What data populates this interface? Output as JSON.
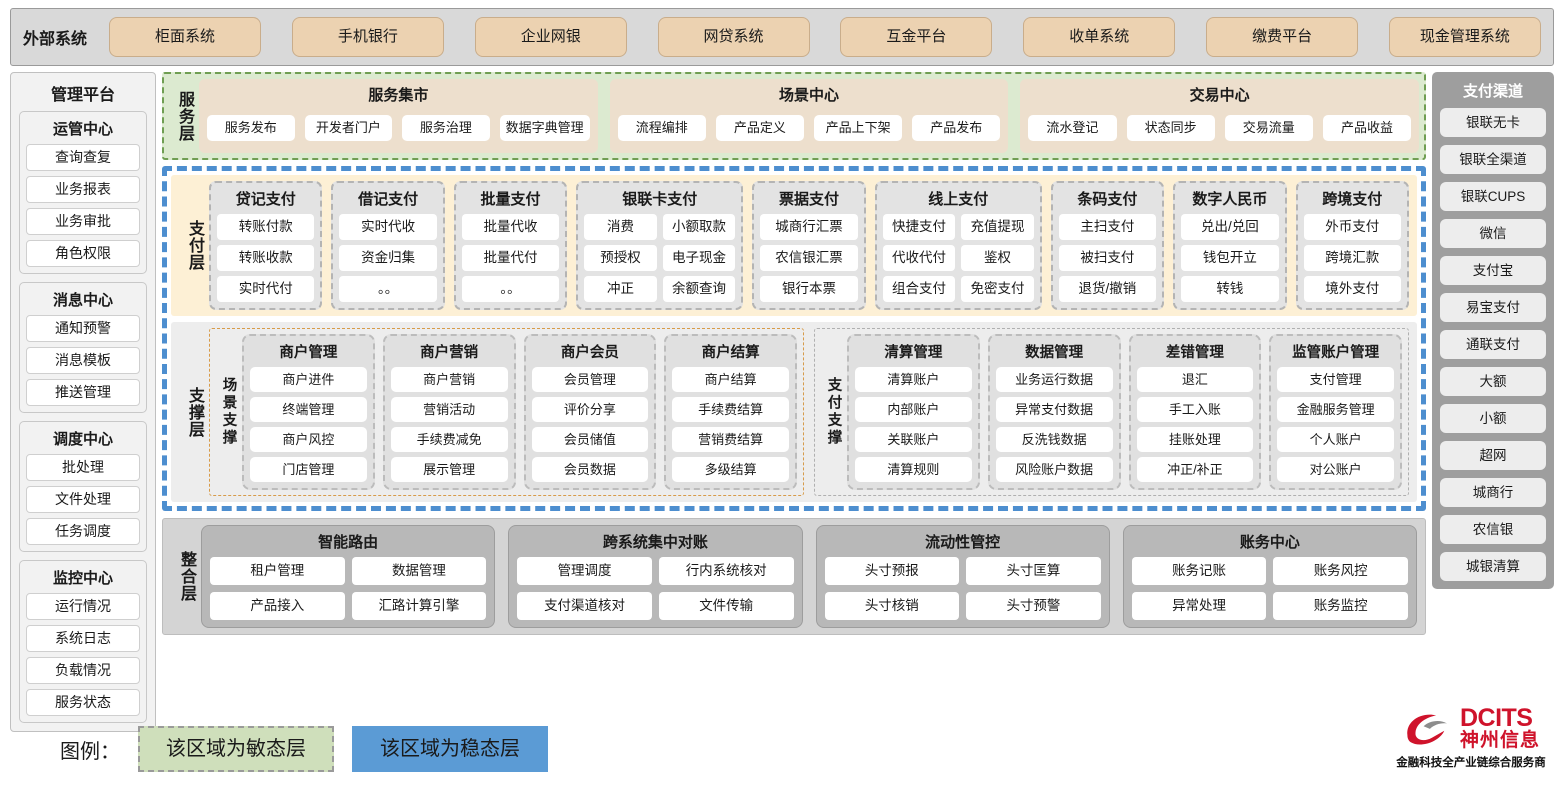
{
  "external": {
    "title": "外部系统",
    "systems": [
      "柜面系统",
      "手机银行",
      "企业网银",
      "网贷系统",
      "互金平台",
      "收单系统",
      "缴费平台",
      "现金管理系统"
    ]
  },
  "admin": {
    "title": "管理平台",
    "groups": [
      {
        "title": "运管中心",
        "items": [
          "查询查复",
          "业务报表",
          "业务审批",
          "角色权限"
        ]
      },
      {
        "title": "消息中心",
        "items": [
          "通知预警",
          "消息模板",
          "推送管理"
        ]
      },
      {
        "title": "调度中心",
        "items": [
          "批处理",
          "文件处理",
          "任务调度"
        ]
      },
      {
        "title": "监控中心",
        "items": [
          "运行情况",
          "系统日志",
          "负载情况",
          "服务状态"
        ]
      }
    ]
  },
  "channels": {
    "title": "支付渠道",
    "items": [
      "银联无卡",
      "银联全渠道",
      "银联CUPS",
      "微信",
      "支付宝",
      "易宝支付",
      "通联支付",
      "大额",
      "小额",
      "超网",
      "城商行",
      "农信银",
      "城银清算"
    ]
  },
  "service_layer": {
    "label": "服务层",
    "groups": [
      {
        "title": "服务集市",
        "items": [
          "服务发布",
          "开发者门户",
          "服务治理",
          "数据字典管理"
        ]
      },
      {
        "title": "场景中心",
        "items": [
          "流程编排",
          "产品定义",
          "产品上下架",
          "产品发布"
        ]
      },
      {
        "title": "交易中心",
        "items": [
          "流水登记",
          "状态同步",
          "交易流量",
          "产品收益"
        ]
      }
    ]
  },
  "payment_layer": {
    "label": "支付层",
    "groups": [
      {
        "title": "贷记支付",
        "columns": 1,
        "items": [
          "转账付款",
          "转账收款",
          "实时代付"
        ]
      },
      {
        "title": "借记支付",
        "columns": 1,
        "items": [
          "实时代收",
          "资金归集",
          "。。"
        ]
      },
      {
        "title": "批量支付",
        "columns": 1,
        "items": [
          "批量代收",
          "批量代付",
          "。。"
        ]
      },
      {
        "title": "银联卡支付",
        "columns": 2,
        "rows": [
          [
            "消费",
            "小额取款"
          ],
          [
            "预授权",
            "电子现金"
          ],
          [
            "冲正",
            "余额查询"
          ]
        ]
      },
      {
        "title": "票据支付",
        "columns": 1,
        "items": [
          "城商行汇票",
          "农信银汇票",
          "银行本票"
        ]
      },
      {
        "title": "线上支付",
        "columns": 2,
        "rows": [
          [
            "快捷支付",
            "充值提现"
          ],
          [
            "代收代付",
            "鉴权"
          ],
          [
            "组合支付",
            "免密支付"
          ]
        ]
      },
      {
        "title": "条码支付",
        "columns": 1,
        "items": [
          "主扫支付",
          "被扫支付",
          "退货/撤销"
        ]
      },
      {
        "title": "数字人民币",
        "columns": 1,
        "items": [
          "兑出/兑回",
          "钱包开立",
          "转钱"
        ]
      },
      {
        "title": "跨境支付",
        "columns": 1,
        "items": [
          "外币支付",
          "跨境汇款",
          "境外支付"
        ]
      }
    ]
  },
  "support_layer": {
    "label": "支撑层",
    "zones": [
      {
        "label": "场景支撑",
        "cards": [
          {
            "title": "商户管理",
            "items": [
              "商户进件",
              "终端管理",
              "商户风控",
              "门店管理"
            ]
          },
          {
            "title": "商户营销",
            "items": [
              "商户营销",
              "营销活动",
              "手续费减免",
              "展示管理"
            ]
          },
          {
            "title": "商户会员",
            "items": [
              "会员管理",
              "评价分享",
              "会员储值",
              "会员数据"
            ]
          },
          {
            "title": "商户结算",
            "items": [
              "商户结算",
              "手续费结算",
              "营销费结算",
              "多级结算"
            ]
          }
        ]
      },
      {
        "label": "支付支撑",
        "cards": [
          {
            "title": "清算管理",
            "items": [
              "清算账户",
              "内部账户",
              "关联账户",
              "清算规则"
            ]
          },
          {
            "title": "数据管理",
            "items": [
              "业务运行数据",
              "异常支付数据",
              "反洗钱数据",
              "风险账户数据"
            ]
          },
          {
            "title": "差错管理",
            "items": [
              "退汇",
              "手工入账",
              "挂账处理",
              "冲正/补正"
            ]
          },
          {
            "title": "监管账户管理",
            "items": [
              "支付管理",
              "金融服务管理",
              "个人账户",
              "对公账户"
            ]
          }
        ]
      }
    ]
  },
  "integration_layer": {
    "label": "整合层",
    "groups": [
      {
        "title": "智能路由",
        "items": [
          "租户管理",
          "数据管理",
          "产品接入",
          "汇路计算引擎"
        ]
      },
      {
        "title": "跨系统集中对账",
        "items": [
          "管理调度",
          "行内系统核对",
          "支付渠道核对",
          "文件传输"
        ]
      },
      {
        "title": "流动性管控",
        "items": [
          "头寸预报",
          "头寸匡算",
          "头寸核销",
          "头寸预警"
        ]
      },
      {
        "title": "账务中心",
        "items": [
          "账务记账",
          "账务风控",
          "异常处理",
          "账务监控"
        ]
      }
    ]
  },
  "legend": {
    "label": "图例：",
    "agile": "该区域为敏态层",
    "stable": "该区域为稳态层",
    "agile_color": "#cfdfbb",
    "stable_color": "#5b9bd5"
  },
  "logo": {
    "en": "DCITS",
    "cn": "神州信息",
    "tagline": "金融科技全产业链综合服务商",
    "color": "#cf132b"
  }
}
